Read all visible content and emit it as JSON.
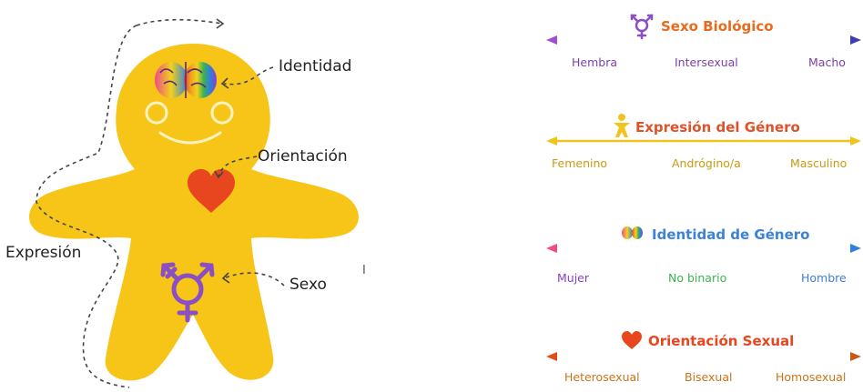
{
  "figure": {
    "labels": {
      "identidad": "Identidad",
      "orientacion": "Orientación",
      "expresion": "Expresión",
      "sexo": "Sexo",
      "stray_mark": "I"
    },
    "colors": {
      "body": "#f7c418",
      "dashes": "#444444",
      "heart": "#e8461e",
      "symbol": "#8a4fc4"
    }
  },
  "spectrums": [
    {
      "title": "Sexo Biológico",
      "icon": "transgender-icon",
      "left": "Hembra",
      "middle": "Intersexual",
      "right": "Macho",
      "title_color": "#e86a1f",
      "line_color": "#7a4fb0",
      "label_color": "#7a3fa6"
    },
    {
      "title": "Expresión del Género",
      "icon": "person-icon",
      "left": "Femenino",
      "middle": "Andrógino/a",
      "right": "Masculino",
      "title_color": "#e0522a",
      "line_color": "#f0c31d",
      "label_color": "#c99a10"
    },
    {
      "title": "Identidad de Género",
      "icon": "brain-icon",
      "left": "Mujer",
      "middle": "No binario",
      "right": "Hombre",
      "title_color": "#3c82d8",
      "line_color": "#4a9ae0",
      "label_color": "#3f7fd2"
    },
    {
      "title": "Orientación Sexual",
      "icon": "heart-icon",
      "left": "Heterosexual",
      "middle": "Bisexual",
      "right": "Homosexual",
      "title_color": "#e8461e",
      "line_color": "#d9531a",
      "label_color": "#c9741a"
    }
  ]
}
